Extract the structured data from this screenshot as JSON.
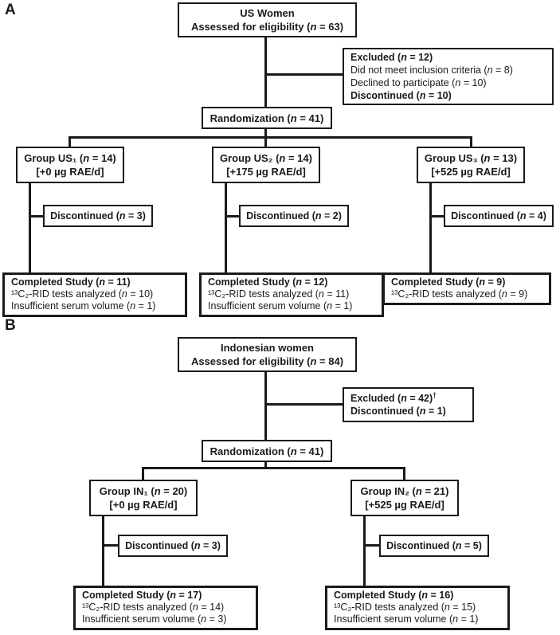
{
  "colors": {
    "ink": "#1a1a1a",
    "background": "#ffffff"
  },
  "panels": [
    {
      "label": "A",
      "eligibility": [
        "US Women",
        "Assessed for eligibility (n = 63)"
      ],
      "excluded": [
        "Excluded (n = 12)",
        "Did not meet inclusion criteria (n = 8)",
        "Declined to participate (n = 10)",
        "Discontinued (n = 10)"
      ],
      "randomization": "Randomization (n = 41)",
      "groups": [
        {
          "title": "Group US₁ (n = 14)",
          "dose": "[+0 µg RAE/d]",
          "discontinued": "Discontinued (n = 3)",
          "completed": [
            "Completed Study (n = 11)",
            "¹³C₂-RID tests analyzed (n = 10)",
            "Insufficient serum volume (n = 1)"
          ]
        },
        {
          "title": "Group US₂ (n = 14)",
          "dose": "[+175 µg RAE/d]",
          "discontinued": "Discontinued (n = 2)",
          "completed": [
            "Completed Study (n = 12)",
            "¹³C₂-RID tests analyzed (n = 11)",
            "Insufficient serum volume (n = 1)"
          ]
        },
        {
          "title": "Group US₃ (n = 13)",
          "dose": "[+525 µg RAE/d]",
          "discontinued": "Discontinued (n = 4)",
          "completed": [
            "Completed Study (n = 9)",
            "¹³C₂-RID tests analyzed (n = 9)"
          ]
        }
      ]
    },
    {
      "label": "B",
      "eligibility": [
        "Indonesian women",
        "Assessed for eligibility (n = 84)"
      ],
      "excluded": [
        "Excluded (n = 42)†",
        "Discontinued (n = 1)"
      ],
      "randomization": "Randomization (n = 41)",
      "groups": [
        {
          "title": "Group IN₁ (n = 20)",
          "dose": "[+0 µg RAE/d]",
          "discontinued": "Discontinued (n = 3)",
          "completed": [
            "Completed Study (n = 17)",
            "¹³C₂-RID tests analyzed (n = 14)",
            "Insufficient serum volume (n = 3)"
          ]
        },
        {
          "title": "Group IN₂ (n = 21)",
          "dose": "[+525 µg RAE/d]",
          "discontinued": "Discontinued (n = 5)",
          "completed": [
            "Completed Study (n = 16)",
            "¹³C₂-RID tests analyzed (n = 15)",
            "Insufficient serum volume (n = 1)"
          ]
        }
      ]
    }
  ]
}
